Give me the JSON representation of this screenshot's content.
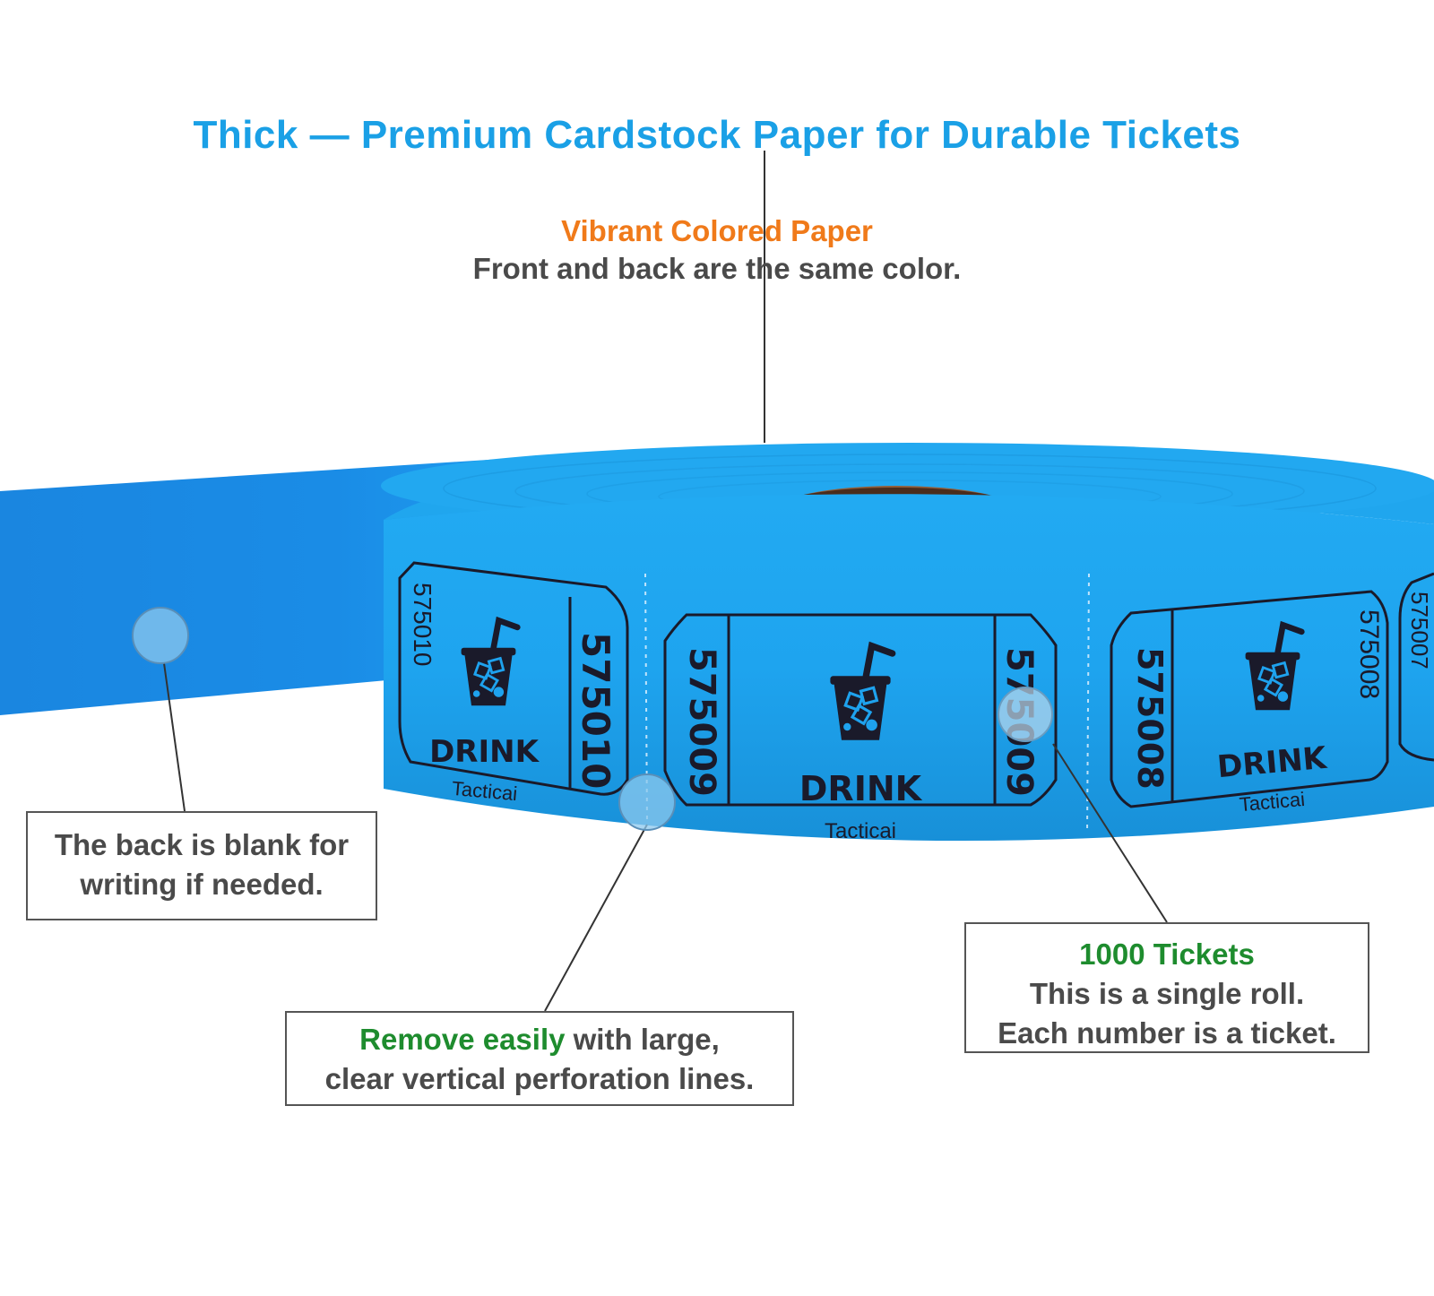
{
  "headline": {
    "text": "Thick — Premium Cardstock Paper for Durable Tickets"
  },
  "vibrant": {
    "title": "Vibrant Colored Paper",
    "desc": "Front and back are the same color."
  },
  "back_callout": {
    "line1": "The back is blank for",
    "line2": "writing if needed."
  },
  "perforation_callout": {
    "highlight": "Remove easily",
    "line1_rest": " with large,",
    "line2": "clear vertical perforation lines."
  },
  "count_callout": {
    "title": "1000 Tickets",
    "line1": "This is a single roll.",
    "line2": "Each number is a ticket."
  },
  "tickets": {
    "word": "DRINK",
    "brand": "Tacticai",
    "numbers": [
      "575010",
      "575009",
      "575008",
      "575007"
    ]
  },
  "colors": {
    "headline": "#1aa0e6",
    "vibrant_title": "#f07a1a",
    "body_text": "#4a4a4a",
    "highlight_green": "#1e8c2e",
    "ticket_blue": "#1ea2ee",
    "ticket_ink": "#1a1a2a",
    "core_brown": "#7a5030"
  },
  "icons": [
    "drink-cup-icon",
    "callout-dot-icon"
  ]
}
